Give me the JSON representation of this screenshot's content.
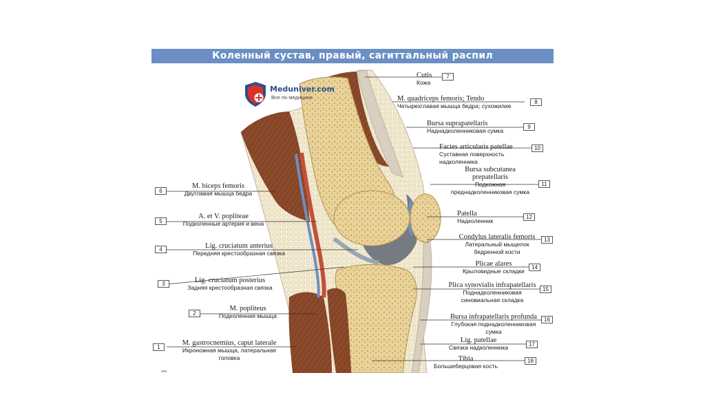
{
  "title": "Коленный сустав, правый, сагиттальный распил",
  "watermark": {
    "brand": "Meduniver.com",
    "tagline": "Все по медицине"
  },
  "colors": {
    "title_bar": "#6b8fc4",
    "bone": "#e9d39a",
    "muscle": "#8b4a2b",
    "fat": "#f2e6c6",
    "artery": "#c0513a",
    "vein": "#6f8fbf"
  },
  "labels_left": [
    {
      "num": "6",
      "lat": "M. biceps femoris",
      "ru": "Двуглавая мышца бедра"
    },
    {
      "num": "5",
      "lat": "A. et V. popliteae",
      "ru": "Подколенные артерия и вена"
    },
    {
      "num": "4",
      "lat": "Lig. cruciatum anterius",
      "ru": "Передняя крестообразная связка"
    },
    {
      "num": "3",
      "lat": "Lig. cruciatum posterius",
      "ru": "Задняя крестообразная связка"
    },
    {
      "num": "2",
      "lat": "M. popliteus",
      "ru": "Подколенная мышца"
    },
    {
      "num": "1",
      "lat": "M. gastrocnemius, caput laterale",
      "ru": "Икроножная мышца, латеральная головка"
    }
  ],
  "labels_right": [
    {
      "num": "7",
      "lat": "Cutis",
      "ru": "Кожа"
    },
    {
      "num": "8",
      "lat": "M. quadriceps femoris; Tendo",
      "ru": "Четырехглавая мышца бедра; сухожилие"
    },
    {
      "num": "9",
      "lat": "Bursa suprapatellaris",
      "ru": "Наднадколенниковая сумка"
    },
    {
      "num": "10",
      "lat": "Facies articularis patellae",
      "ru": "Суставная поверхность надколенника"
    },
    {
      "num": "11",
      "lat": "Bursa subcutanea prepatellaris",
      "ru": "Подкожная преднадколенниковая сумка"
    },
    {
      "num": "12",
      "lat": "Patella",
      "ru": "Надколенник"
    },
    {
      "num": "13",
      "lat": "Condylus lateralis femoris",
      "ru": "Латеральный мыщелок бедренной кости"
    },
    {
      "num": "14",
      "lat": "Plicae alares",
      "ru": "Крыловидные складки"
    },
    {
      "num": "15",
      "lat": "Plica synovialis infrapatellaris",
      "ru": "Поднадколенниковая синовиальная складка"
    },
    {
      "num": "16",
      "lat": "Bursa infrapatellaris profunda",
      "ru": "Глубокая поднадколенниковая сумка"
    },
    {
      "num": "17",
      "lat": "Lig. patellae",
      "ru": "Связка надколенника"
    },
    {
      "num": "18",
      "lat": "Tibia",
      "ru": "Большеберцовая кость"
    }
  ]
}
